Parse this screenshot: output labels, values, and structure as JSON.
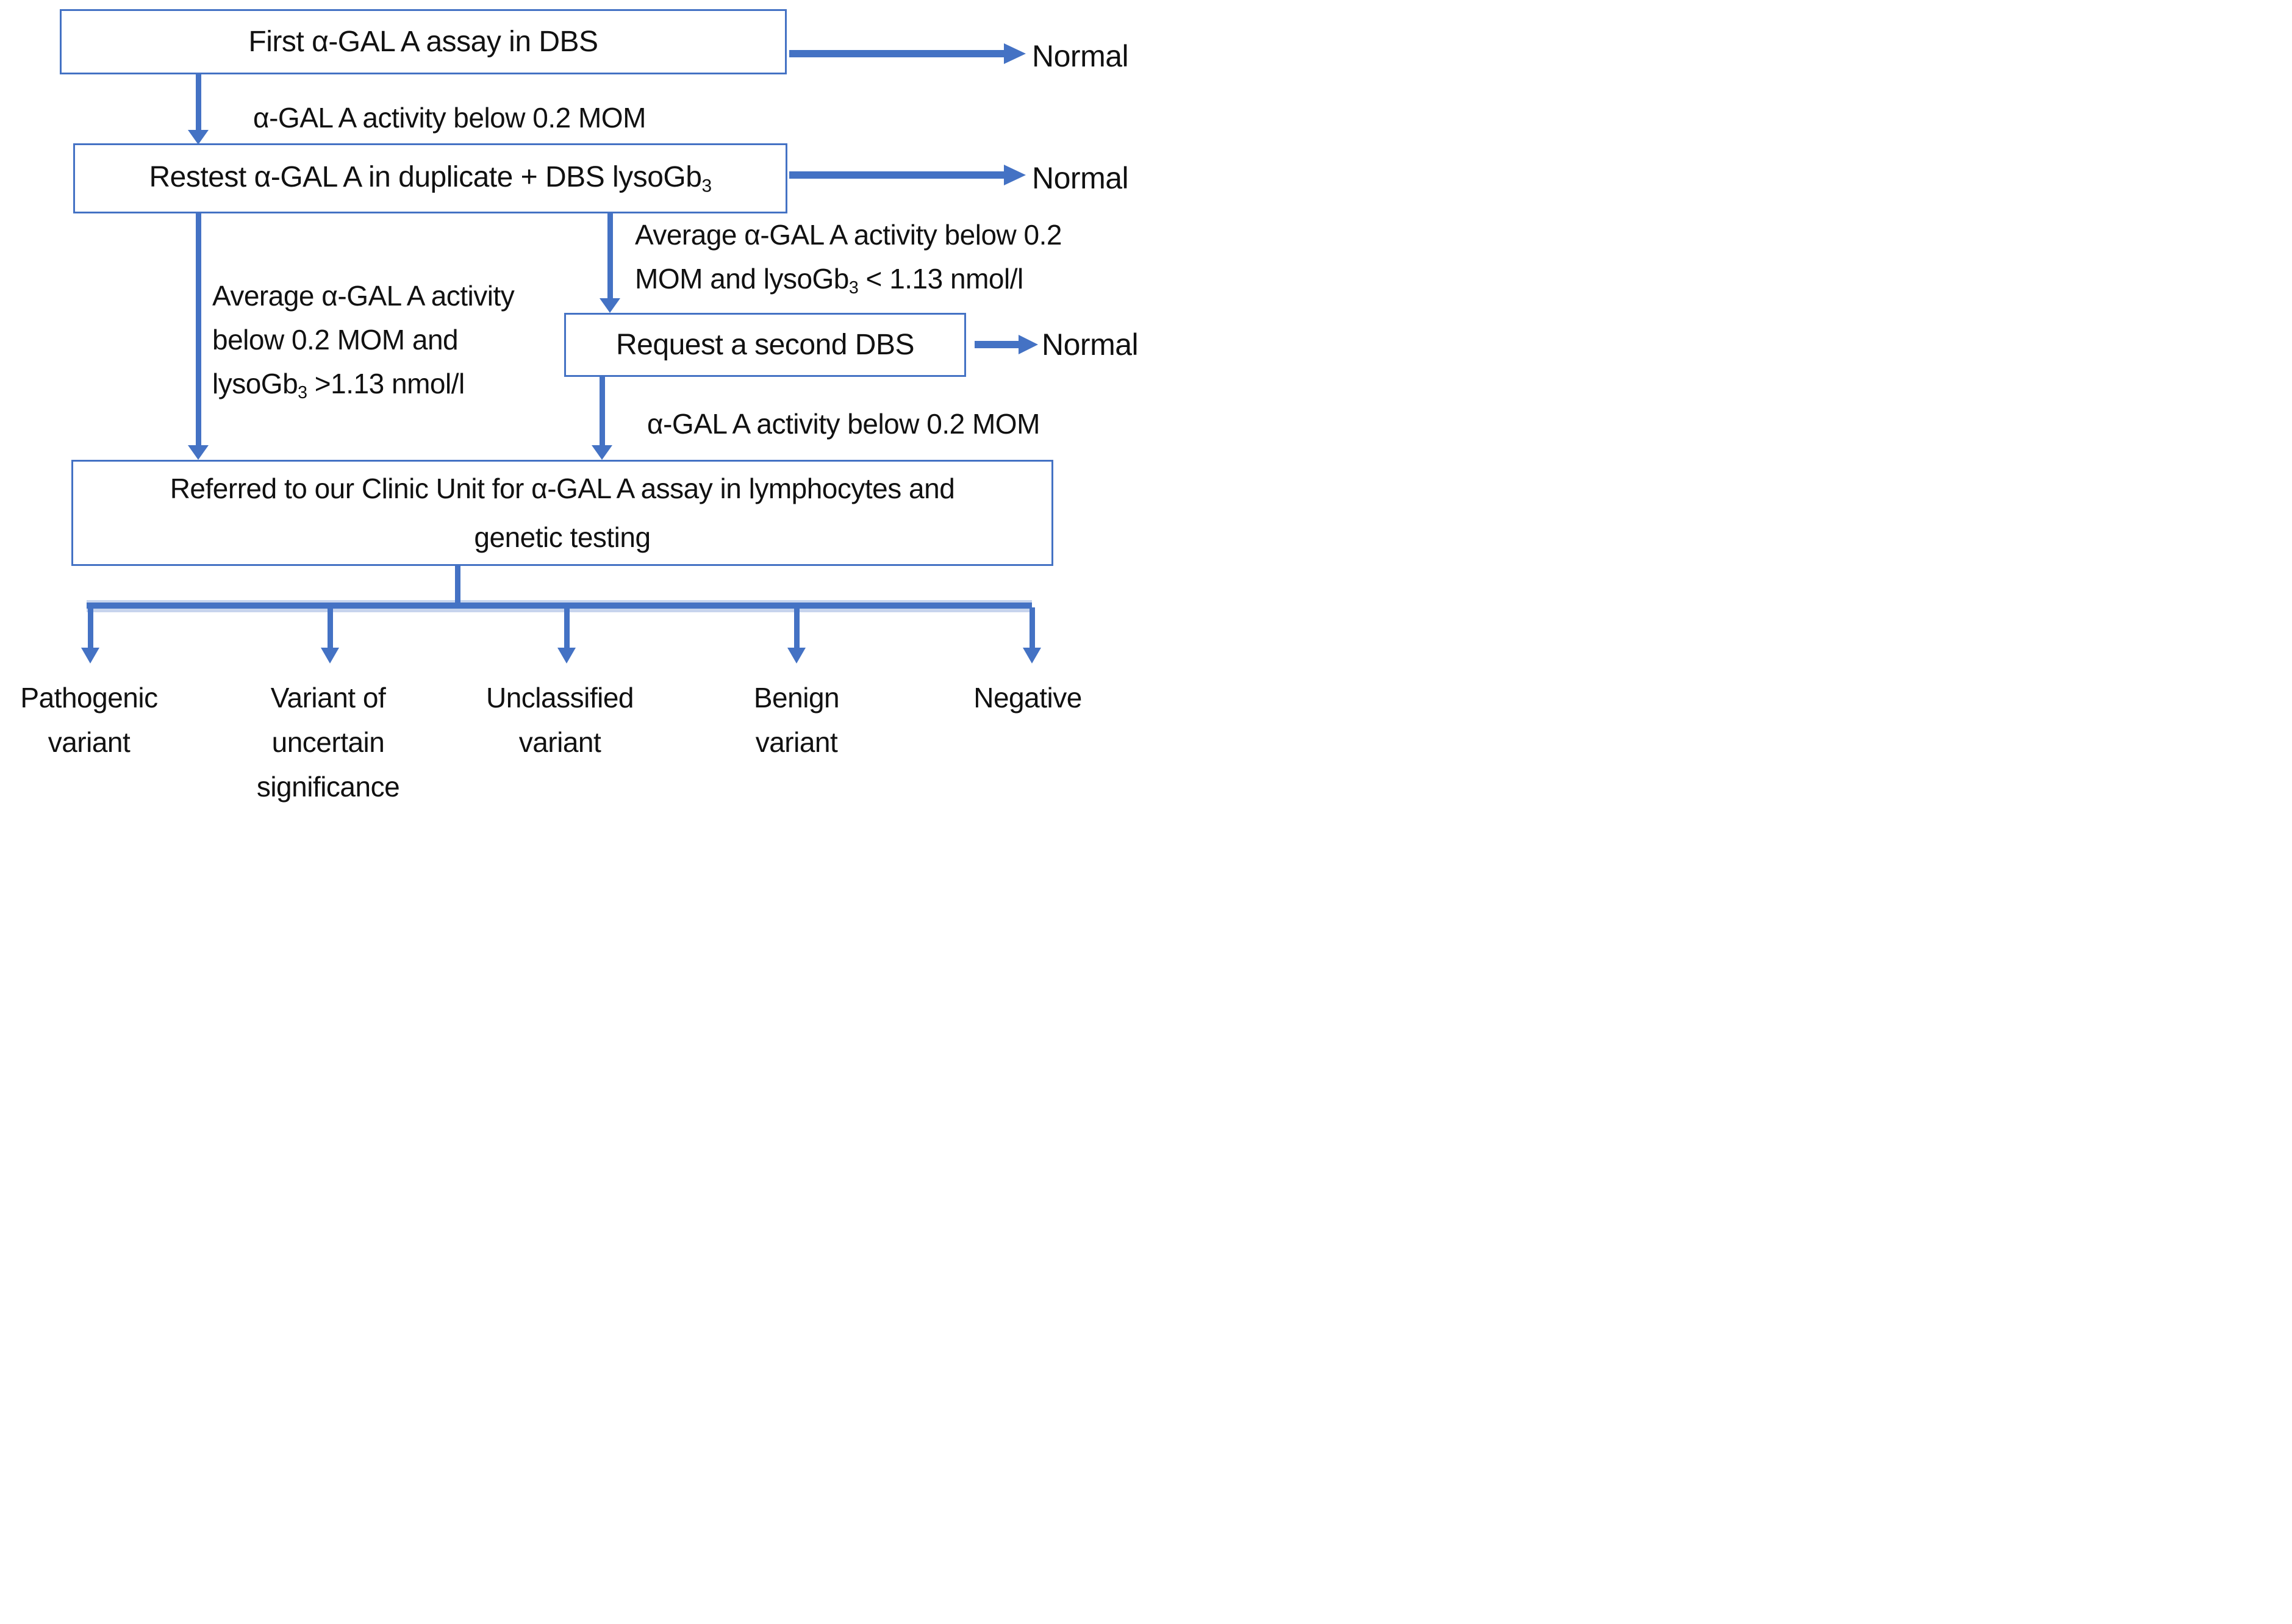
{
  "canvas": {
    "accent_color": "#4472C4",
    "text_color": "#111111",
    "background": "#ffffff"
  },
  "nodes": {
    "first_assay": {
      "text": "First α-GAL A assay in DBS"
    },
    "retest": {
      "text_pre": "Restest α-GAL A in duplicate + DBS lysoGb",
      "text_sub": "3"
    },
    "request_second_dbs": {
      "text": "Request a second DBS"
    },
    "referral": {
      "line1": "Referred to our Clinic Unit for α-GAL A assay in lymphocytes and",
      "line2": "genetic testing"
    }
  },
  "outcomes": {
    "normal_top": "Normal",
    "normal_mid": "Normal",
    "normal_low": "Normal"
  },
  "edge_labels": {
    "first_fail": "α-GAL A activity below 0.2 MOM",
    "left_branch": {
      "line1": "Average α-GAL A activity",
      "line2": "below 0.2 MOM and",
      "line3_pre": "lysoGb",
      "line3_sub": "3",
      "line3_post": " >1.13 nmol/l"
    },
    "right_branch": {
      "line1": "Average α-GAL A activity below 0.2",
      "line2_pre": "MOM and lysoGb",
      "line2_sub": "3",
      "line2_post": " < 1.13 nmol/l"
    },
    "second_fail": "α-GAL A activity below 0.2 MOM"
  },
  "results": [
    {
      "lines": [
        "Pathogenic",
        "variant"
      ]
    },
    {
      "lines": [
        "Variant of",
        "uncertain",
        "significance"
      ]
    },
    {
      "lines": [
        "Unclassified",
        "variant"
      ]
    },
    {
      "lines": [
        "Benign",
        "variant"
      ]
    },
    {
      "lines": [
        "Negative"
      ]
    }
  ]
}
